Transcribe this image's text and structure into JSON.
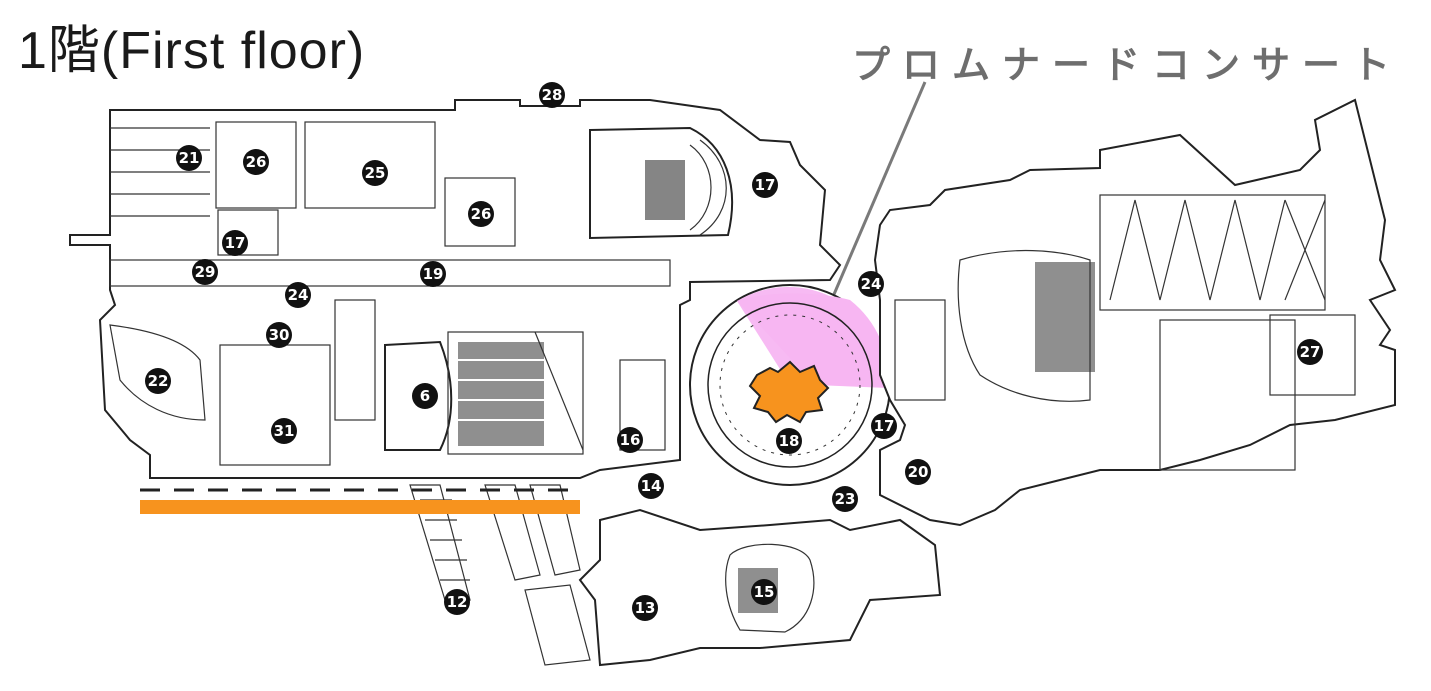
{
  "title": "1階(First floor)",
  "callout": {
    "label": "プロムナードコンサート",
    "color": "#6e6e6e"
  },
  "colors": {
    "highlight_area": "#f7b6f2",
    "stage": "#f7931e",
    "promenade_bar": "#f7931e",
    "walls": "#222222",
    "marker": "#111111"
  },
  "markers": [
    {
      "label": "28"
    },
    {
      "label": "21"
    },
    {
      "label": "26"
    },
    {
      "label": "25"
    },
    {
      "label": "17"
    },
    {
      "label": "26"
    },
    {
      "label": "17"
    },
    {
      "label": "29"
    },
    {
      "label": "19"
    },
    {
      "label": "24"
    },
    {
      "label": "24"
    },
    {
      "label": "30"
    },
    {
      "label": "22"
    },
    {
      "label": "6"
    },
    {
      "label": "31"
    },
    {
      "label": "16"
    },
    {
      "label": "18"
    },
    {
      "label": "17"
    },
    {
      "label": "20"
    },
    {
      "label": "27"
    },
    {
      "label": "14"
    },
    {
      "label": "23"
    },
    {
      "label": "12"
    },
    {
      "label": "13"
    },
    {
      "label": "15"
    }
  ]
}
